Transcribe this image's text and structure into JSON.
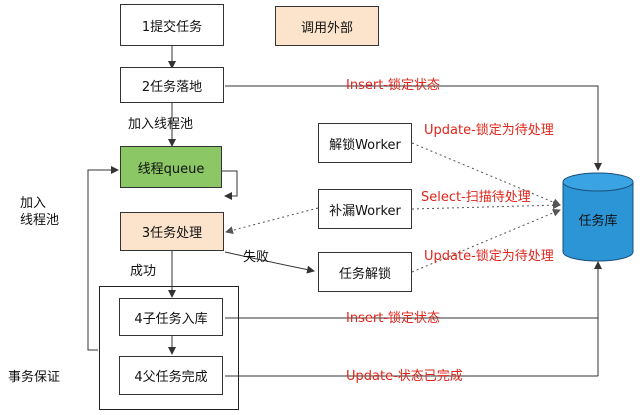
{
  "boxes": {
    "submit": "1提交任务",
    "call_external": "调用外部",
    "land": "2任务落地",
    "queue": "线程queue",
    "process": "3任务处理",
    "unlock_worker": "解锁Worker",
    "patch_worker": "补漏Worker",
    "task_unlock": "任务解锁",
    "sub_insert": "4子任务入库",
    "parent_done": "4父任务完成",
    "db": "任务库"
  },
  "labels": {
    "join_pool_top": "加入线程池",
    "join_pool_left_1": "加入",
    "join_pool_left_2": "线程池",
    "fail": "失败",
    "success": "成功",
    "transaction": "事务保证",
    "insert_lock_1": "Insert-锁定状态",
    "update_pending_1": "Update-锁定为待处理",
    "select_scan": "Select-扫描待处理",
    "update_pending_2": "Update-锁定为待处理",
    "insert_lock_2": "Insert-锁定状态",
    "update_done": "Update-状态已完成"
  },
  "colors": {
    "queue_fill": "#8cc766",
    "highlight_fill": "#fbe3cc",
    "db_fill": "#2b95d6",
    "red_text": "#e0251b"
  }
}
